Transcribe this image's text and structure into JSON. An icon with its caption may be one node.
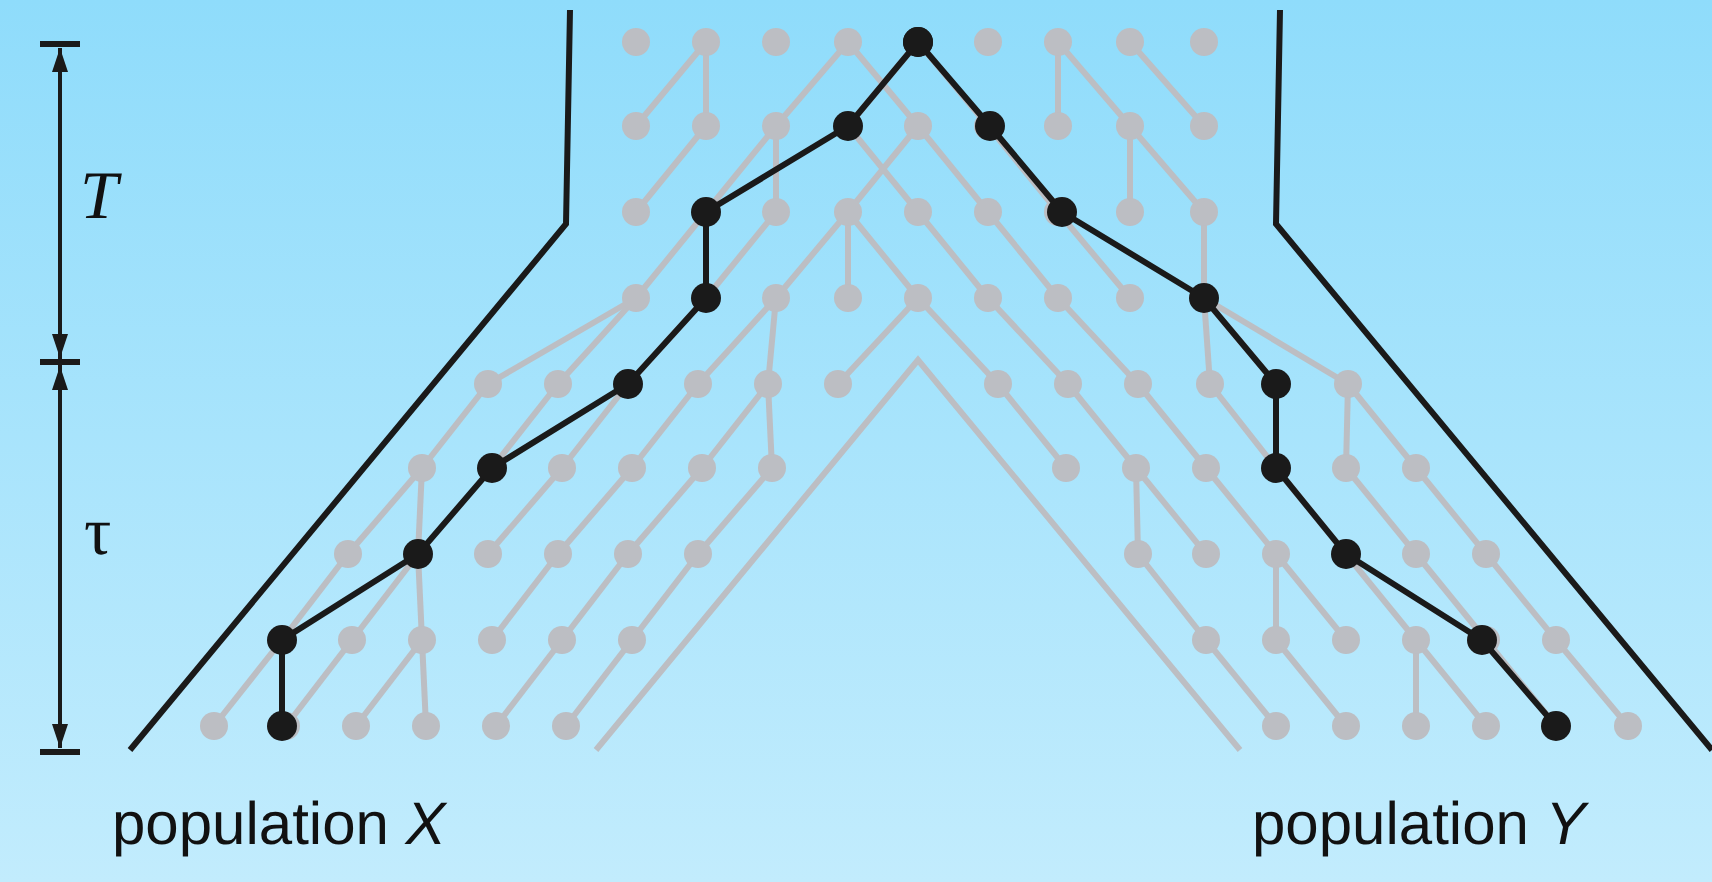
{
  "diagram": {
    "labels": [
      "*T*",
      "τ",
      "population *X*",
      "population *Y*"
    ]
  }
}
